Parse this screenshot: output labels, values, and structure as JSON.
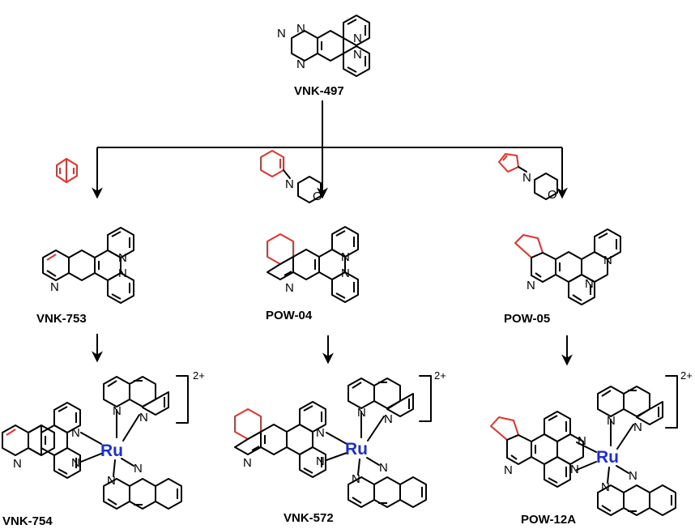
{
  "labels": {
    "start": "VNK-497",
    "p1": "VNK-753",
    "p2": "POW-04",
    "p3": "POW-05",
    "c1": "VNK-754",
    "c2": "VNK-572",
    "c3": "POW-12A"
  },
  "atoms": {
    "n": "N",
    "o": "O",
    "ru": "Ru",
    "charge": "2+"
  },
  "colors": {
    "bond": "#000000",
    "reagent": "#e8312a",
    "ruthenium": "#1c2fd6"
  }
}
